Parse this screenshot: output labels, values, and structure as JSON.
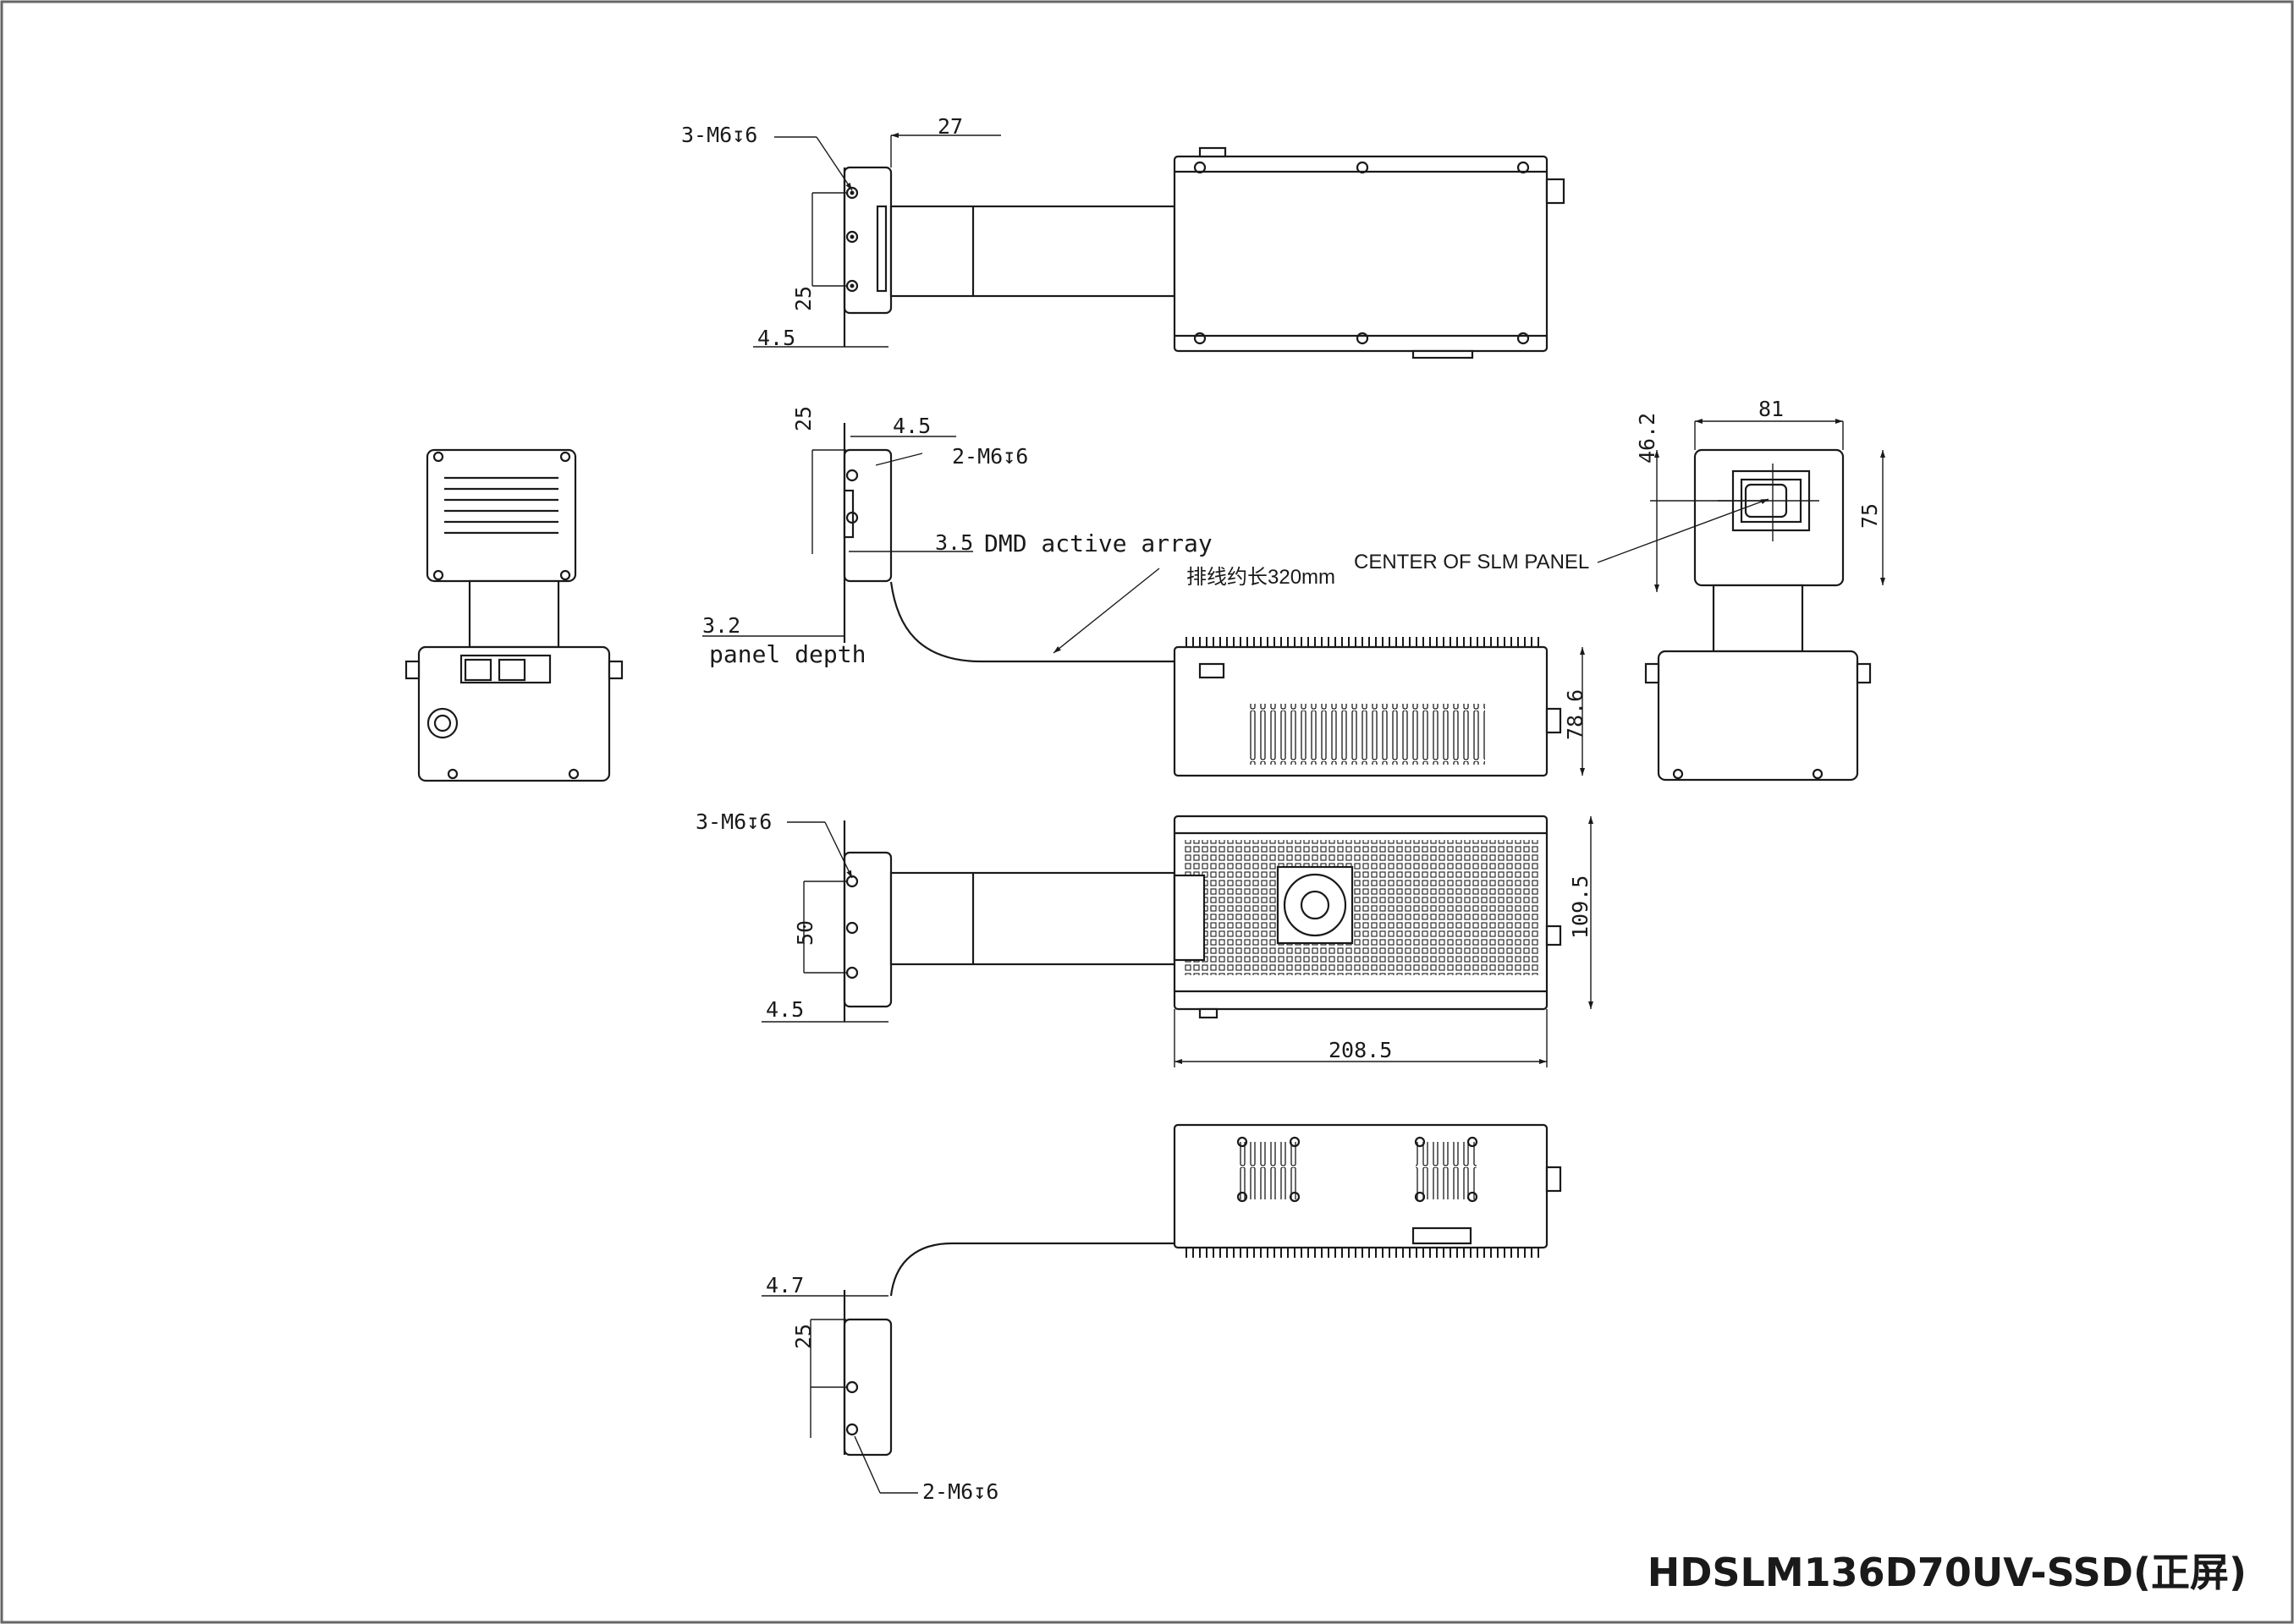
{
  "title": "HDSLM136D70UV-SSD(正屏)",
  "thread_labels": {
    "top_view": "3-M6↧6",
    "side_view": "2-M6↧6",
    "bottom_view": "3-M6↧6",
    "rear_view": "2-M6↧6"
  },
  "dimensions": {
    "top_width": "27",
    "top_spacing": "25",
    "top_thickness": "4.5",
    "side_spacing": "25",
    "side_offset": "4.5",
    "active_array_offset": "3.5",
    "panel_depth_value": "3.2",
    "bottom_spacing": "50",
    "bottom_thickness": "4.5",
    "rear_offset": "4.7",
    "rear_spacing": "25",
    "head_width": "81",
    "center_height": "46.2",
    "head_height": "75",
    "box_height": "78.6",
    "box_width": "109.5",
    "box_length": "208.5"
  },
  "annotations": {
    "dmd_active_array": "DMD active array",
    "cable_length": "排线约长320mm",
    "panel_depth": "panel depth",
    "center_of_slm_panel": "CENTER OF SLM PANEL"
  }
}
